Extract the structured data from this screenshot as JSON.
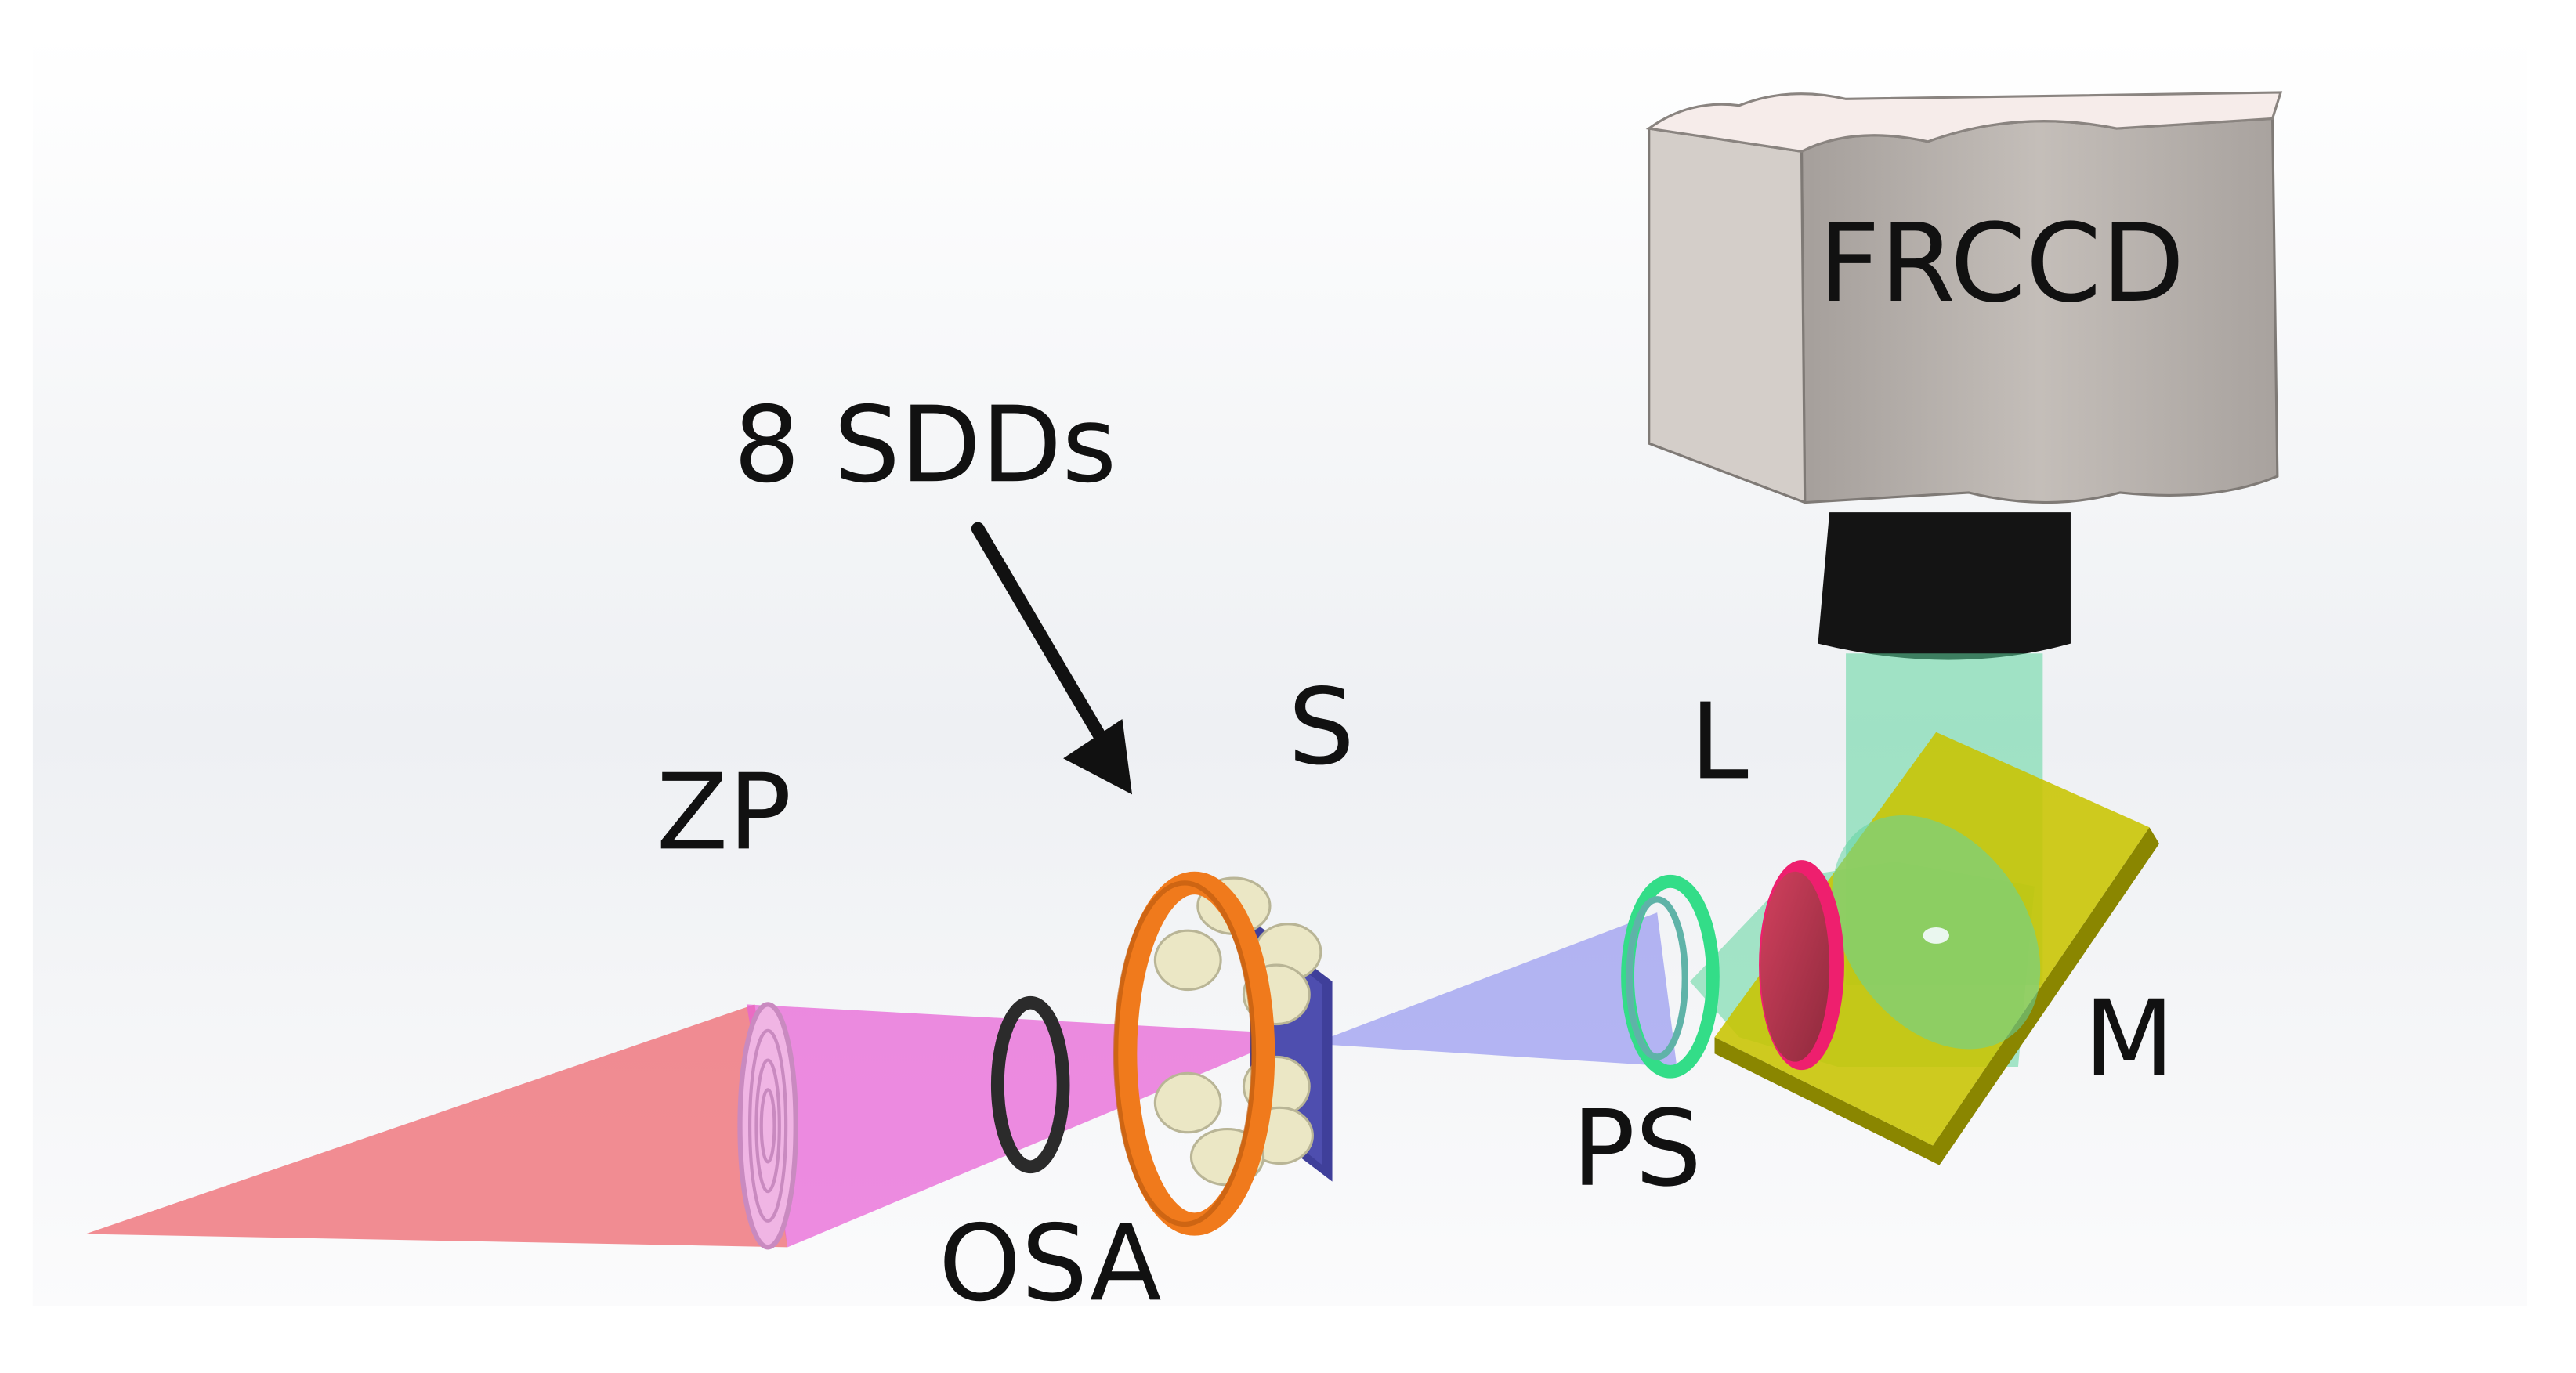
{
  "diagram": {
    "labels": {
      "frccd": "FRCCD",
      "sdds": "8 SDDs",
      "s": "S",
      "l": "L",
      "zp": "ZP",
      "m": "M",
      "ps": "PS",
      "osa": "OSA"
    },
    "colors": {
      "xray_cone_in": "#ef7f86",
      "xray_cone_focus": "#e85fd6",
      "transmitted_cone": "#8f90f0",
      "visible_light_beam": "#5fd59e",
      "zone_plate_ring": "#e8a8de",
      "osa_ring": "#2b2b2b",
      "sdd_ring": "#f07a1c",
      "sdd_detectors": "#ebe7c5",
      "sample_plate": "#3f3f9a",
      "phosphor_screen_ring": "#33dd88",
      "lens_rim": "#ee1f6e",
      "lens_body": "#b8384f",
      "mirror": "#c8c400",
      "camera_body": "#bcb6b1",
      "camera_top": "#f6ecea",
      "camera_lens": "#121212"
    }
  }
}
